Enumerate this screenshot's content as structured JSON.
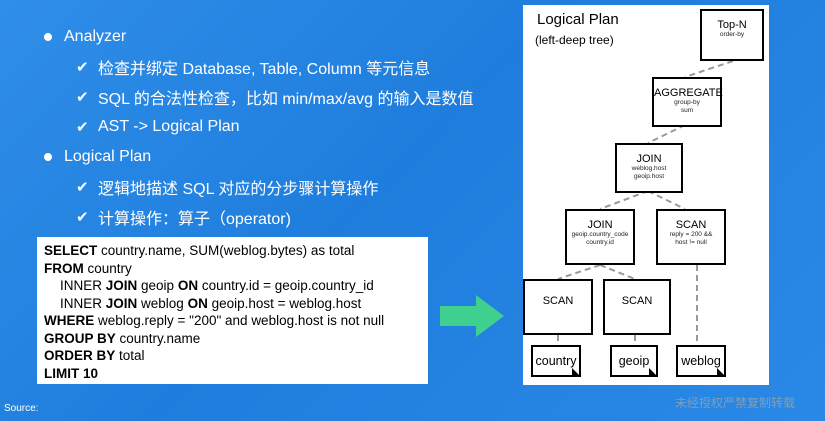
{
  "bullets": [
    {
      "level": 1,
      "text": "Analyzer"
    },
    {
      "level": 2,
      "text": "检查并绑定 Database, Table, Column 等元信息"
    },
    {
      "level": 2,
      "text": "SQL 的合法性检查，比如 min/max/avg 的输入是数值"
    },
    {
      "level": 2,
      "text": "AST -> Logical Plan"
    },
    {
      "level": 1,
      "text": "Logical Plan"
    },
    {
      "level": 2,
      "text": "逻辑地描述 SQL 对应的分步骤计算操作"
    },
    {
      "level": 2,
      "text": "计算操作：算子（operator)"
    }
  ],
  "sql": {
    "select_kw": "SELECT",
    "select_rest": " country.name, SUM(weblog.bytes) as total",
    "from_kw": "FROM",
    "from_rest": " country",
    "join1_a": "INNER ",
    "join1_kw": "JOIN",
    "join1_b": " geoip ",
    "join1_on": "ON",
    "join1_c": " country.id = geoip.country_id",
    "join2_a": "INNER ",
    "join2_kw": "JOIN",
    "join2_b": " weblog ",
    "join2_on": "ON",
    "join2_c": " geoip.host = weblog.host",
    "where_kw": "WHERE",
    "where_rest": " weblog.reply = \"200\" and weblog.host is not null",
    "group_kw": "GROUP BY",
    "group_rest": " country.name",
    "order_kw": "ORDER BY",
    "order_rest": " total",
    "limit_kw": "LIMIT 10"
  },
  "plan": {
    "title": "Logical Plan",
    "subtitle": "(left-deep tree)",
    "topn": {
      "title": "Top-N",
      "sub": "order-by"
    },
    "aggregate": {
      "title": "AGGREGATE",
      "sub1": "group-by",
      "sub2": "sum"
    },
    "join_top": {
      "title": "JOIN",
      "sub1": "weblog.host",
      "sub2": "geoip.host"
    },
    "join_left": {
      "title": "JOIN",
      "sub1": "geoip.country_code",
      "sub2": "country.id"
    },
    "scan_filter": {
      "title": "SCAN",
      "sub1": "reply = 200 &&",
      "sub2": "host != null"
    },
    "scan_country": {
      "title": "SCAN"
    },
    "scan_geoip": {
      "title": "SCAN"
    },
    "doc_country": "country",
    "doc_geoip": "geoip",
    "doc_weblog": "weblog"
  },
  "footer": {
    "source": "Source:",
    "watermark": "未经授权严禁复制转载"
  },
  "colors": {
    "arrow": "#3fcf8e",
    "background": "#2a87e3"
  }
}
